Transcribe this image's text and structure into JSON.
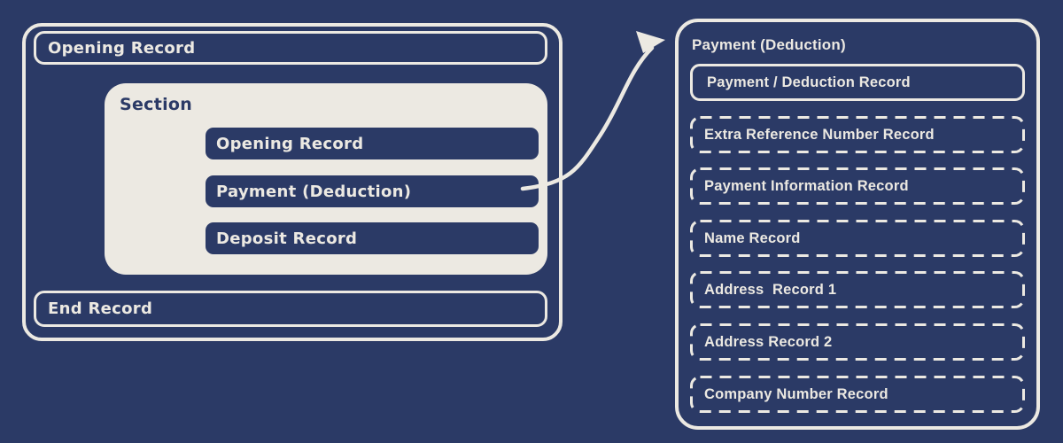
{
  "colors": {
    "background": "#2b3a66",
    "navy": "#2b3a66",
    "cream": "#ece9e2"
  },
  "left_panel": {
    "opening_record": "Opening Record",
    "end_record": "End Record",
    "section": {
      "title": "Section",
      "bars": [
        "Opening Record",
        "Payment (Deduction)",
        "Deposit Record"
      ]
    }
  },
  "right_panel": {
    "title": "Payment (Deduction)",
    "records": [
      {
        "label": "Payment / Deduction Record",
        "style": "solid"
      },
      {
        "label": "Extra Reference Number Record",
        "style": "dashed"
      },
      {
        "label": "Payment Information Record",
        "style": "dashed"
      },
      {
        "label": "Name Record",
        "style": "dashed"
      },
      {
        "label": "Address  Record 1",
        "style": "dashed"
      },
      {
        "label": "Address Record 2",
        "style": "dashed"
      },
      {
        "label": "Company Number Record",
        "style": "dashed"
      }
    ]
  }
}
